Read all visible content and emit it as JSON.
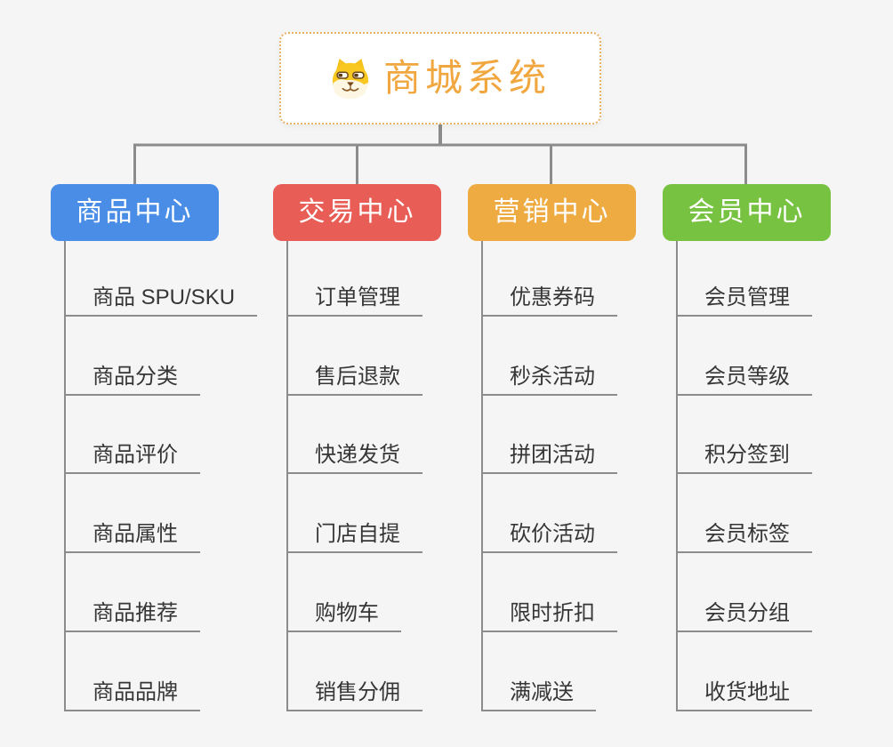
{
  "canvas": {
    "background": "#f5f5f5",
    "line_color": "#8c8c8c"
  },
  "root": {
    "title": "商城系统",
    "icon": "dog-face-icon",
    "title_color": "#f1a73f",
    "border_color": "#eaaf63"
  },
  "branches": [
    {
      "label": "商品中心",
      "color": "#4a8de6",
      "items": [
        "商品 SPU/SKU",
        "商品分类",
        "商品评价",
        "商品属性",
        "商品推荐",
        "商品品牌"
      ]
    },
    {
      "label": "交易中心",
      "color": "#e85e56",
      "items": [
        "订单管理",
        "售后退款",
        "快递发货",
        "门店自提",
        "购物车",
        "销售分佣"
      ]
    },
    {
      "label": "营销中心",
      "color": "#eeab42",
      "items": [
        "优惠券码",
        "秒杀活动",
        "拼团活动",
        "砍价活动",
        "限时折扣",
        "满减送"
      ]
    },
    {
      "label": "会员中心",
      "color": "#77c341",
      "items": [
        "会员管理",
        "会员等级",
        "积分签到",
        "会员标签",
        "会员分组",
        "收货地址"
      ]
    }
  ]
}
